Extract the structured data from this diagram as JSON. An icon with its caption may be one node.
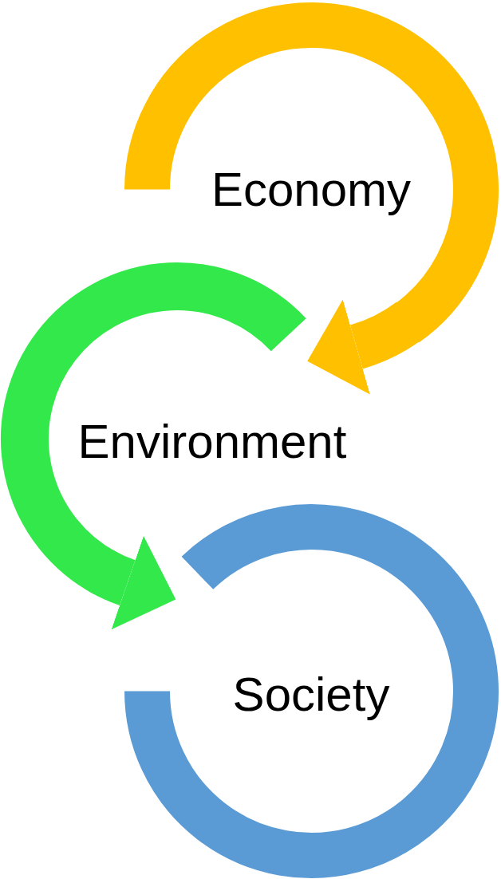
{
  "diagram": {
    "nodes": [
      {
        "text": [
          "Economy"
        ]
      },
      {
        "text": [
          "Environment"
        ]
      },
      {
        "text": [
          "Society"
        ]
      }
    ],
    "edges": [
      {
        "from": 0,
        "to": 1,
        "arrow": "to",
        "color": "#ffc000"
      },
      {
        "from": 1,
        "to": 2,
        "arrow": "to",
        "color": "#33e84a"
      }
    ]
  }
}
